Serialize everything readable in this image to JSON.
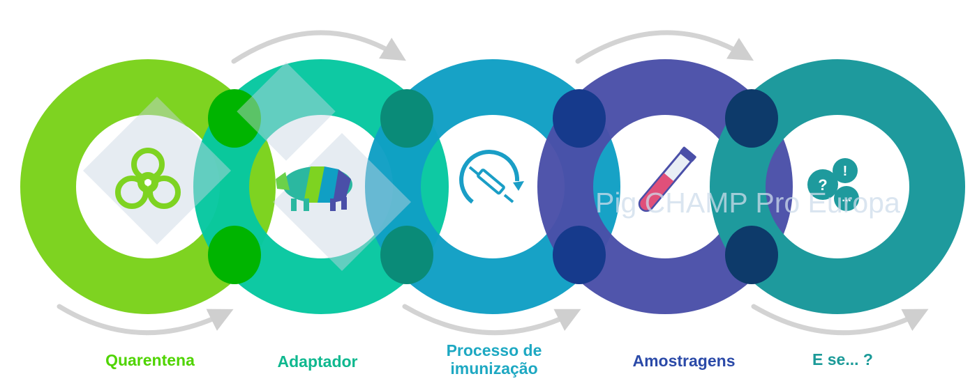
{
  "steps": [
    {
      "label": "Quarentena",
      "color": "#7ed321",
      "icon": "biohazard-icon"
    },
    {
      "label": "Adaptador",
      "color": "#06c7a0",
      "icon": "pig-icon"
    },
    {
      "label": "Processo de\nimunização",
      "color": "#109fc4",
      "icon": "vaccination-cycle-icon"
    },
    {
      "label": "Amostragens",
      "color": "#4a4fa8",
      "icon": "test-tube-icon"
    },
    {
      "label": "E se... ?",
      "color": "#1e9a9d",
      "icon": "question-bubbles-icon"
    }
  ],
  "watermark": "Pig CHAMP Pro Europa",
  "label_colors": [
    "#4fd400",
    "#0fb88f",
    "#1da8c2",
    "#2b4aa8",
    "#1b9a98"
  ]
}
